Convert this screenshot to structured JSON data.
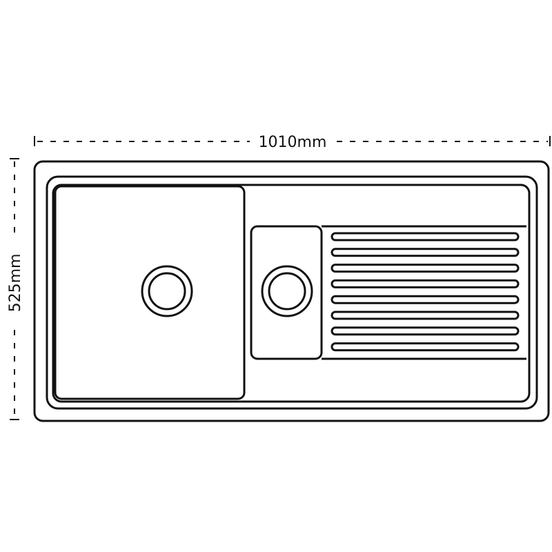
{
  "dimensions": {
    "width_label": "1010mm",
    "height_label": "525mm"
  },
  "sink": {
    "main_bowls": 1,
    "half_bowls": 1,
    "drainer_grooves": 8,
    "waste_outlets": 2
  },
  "colors": {
    "stroke": "#111111",
    "background": "#ffffff"
  }
}
